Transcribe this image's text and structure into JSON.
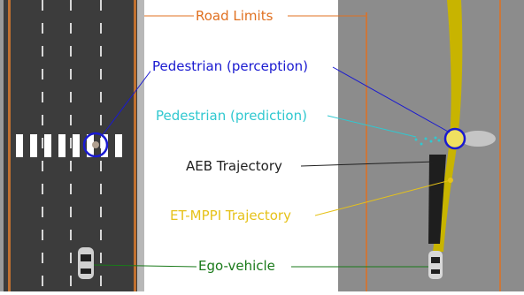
{
  "labels": {
    "road_limits": "Road Limits",
    "pedestrian_perception": "Pedestrian (perception)",
    "pedestrian_prediction": "Pedestrian (prediction)",
    "aeb_trajectory": "AEB Trajectory",
    "etmppi_trajectory": "ET-MPPI Trajectory",
    "ego_vehicle": "Ego-vehicle"
  },
  "colors": {
    "road_limits": "#e07020",
    "pedestrian_perception": "#1a1ad0",
    "pedestrian_prediction": "#30c8d0",
    "aeb_trajectory": "#202020",
    "etmppi_trajectory": "#e6c21a",
    "ego_vehicle": "#1a7a1a",
    "asphalt": "#3c3c3c",
    "sim_ground": "#8c8c8c"
  }
}
